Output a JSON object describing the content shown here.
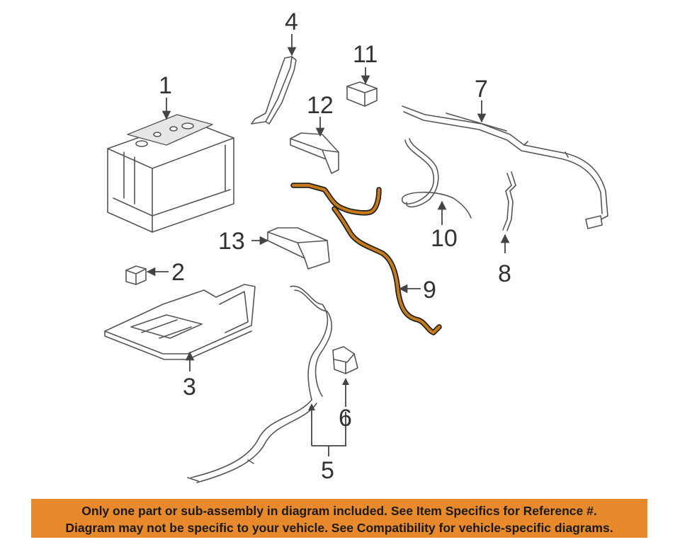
{
  "callouts": {
    "c1": "1",
    "c2": "2",
    "c3": "3",
    "c4": "4",
    "c5": "5",
    "c6": "6",
    "c7": "7",
    "c8": "8",
    "c9": "9",
    "c10": "10",
    "c11": "11",
    "c12": "12",
    "c13": "13"
  },
  "banner": {
    "line1": "Only one part or sub-assembly in diagram included. See Item Specifics for Reference #.",
    "line2": "Diagram may not be specific to your vehicle. See Compatibility for vehicle-specific diagrams."
  },
  "colors": {
    "highlight": "#c47a1c",
    "banner": "#e88a2b"
  }
}
